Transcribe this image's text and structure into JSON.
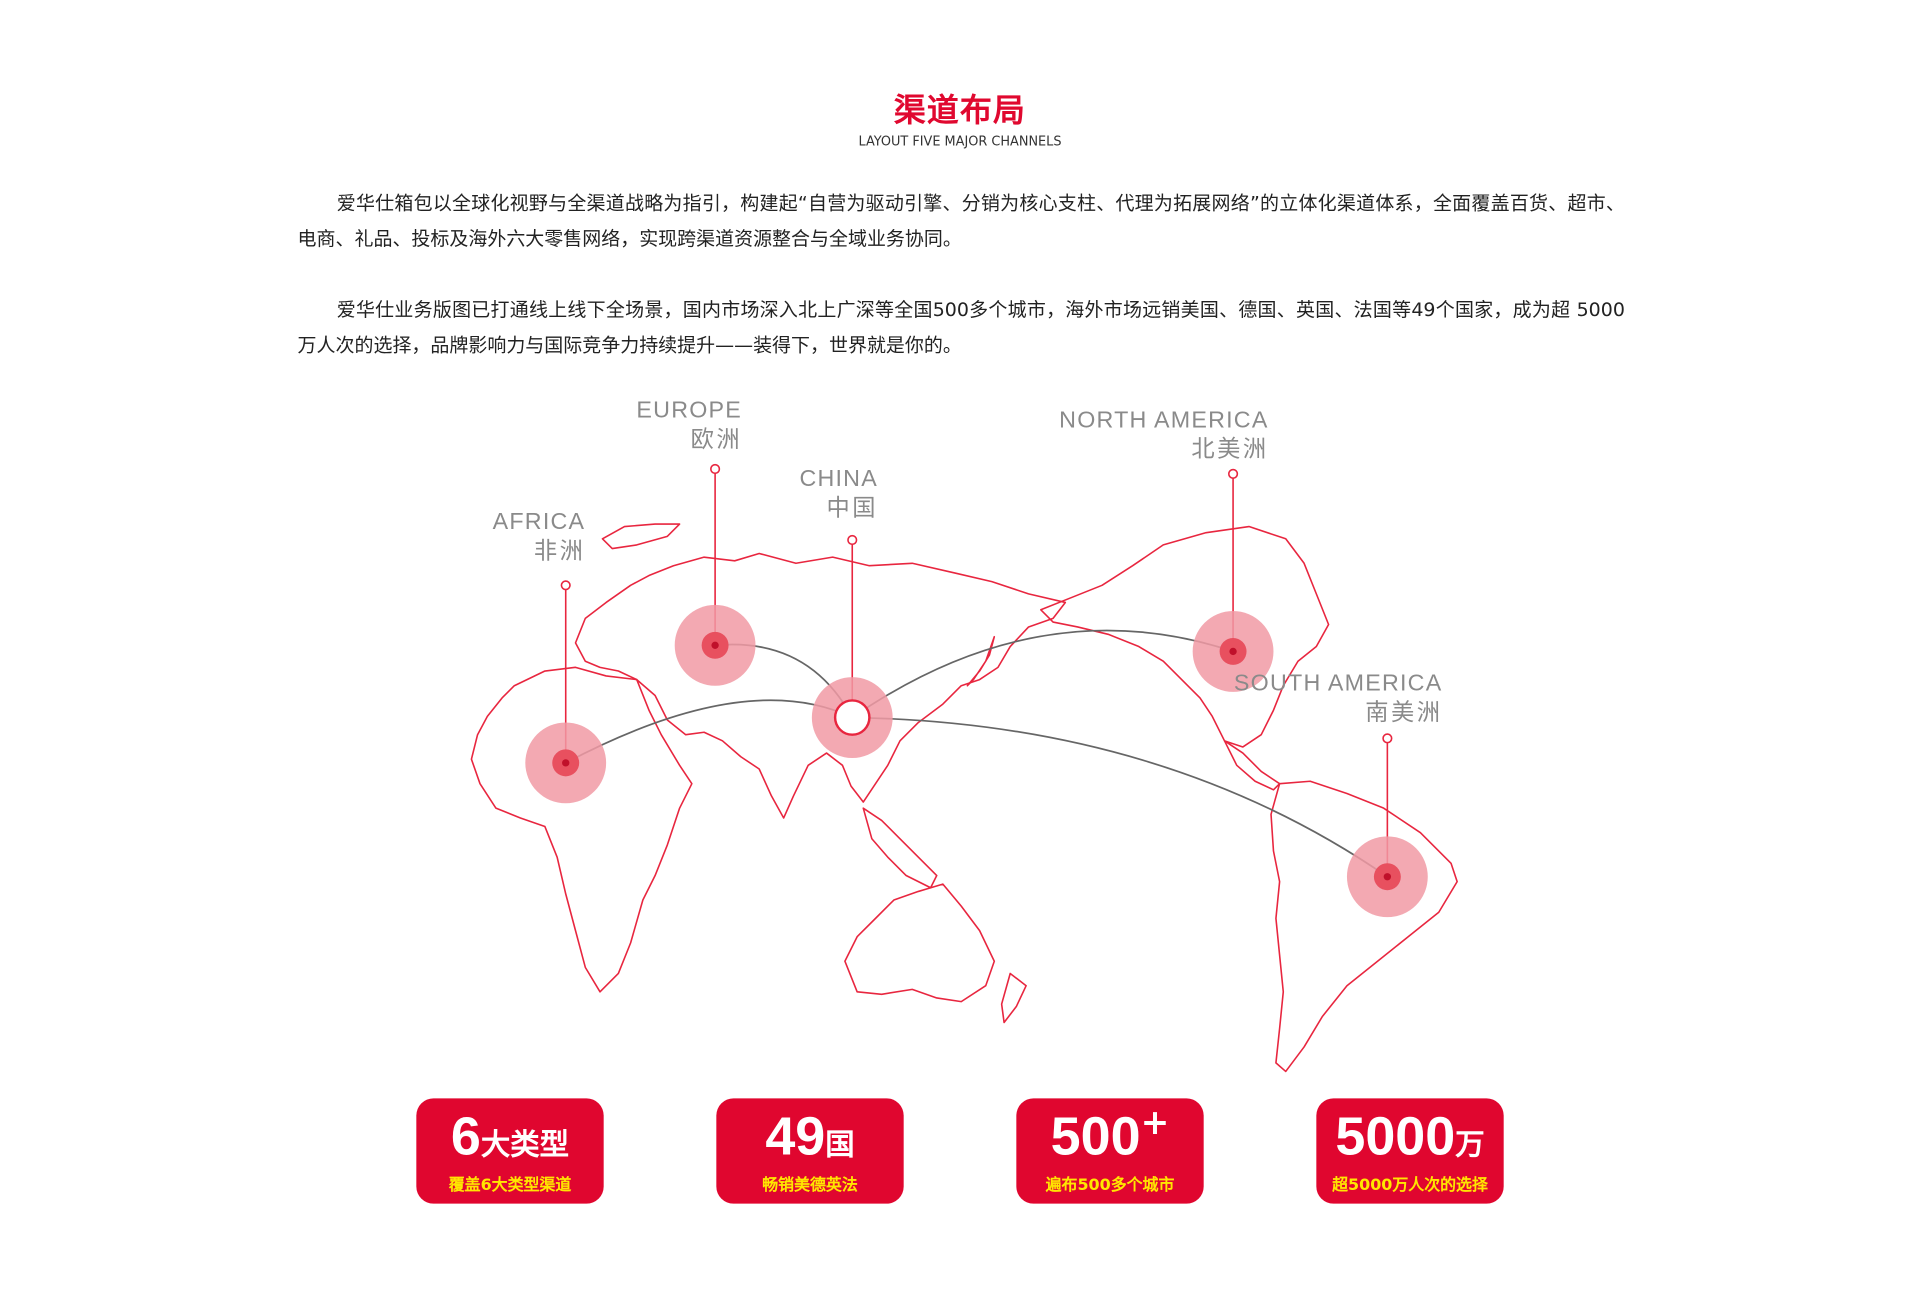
{
  "header": {
    "title": "渠道布局",
    "subtitle": "LAYOUT FIVE MAJOR CHANNELS"
  },
  "paragraphs": [
    "爱华仕箱包以全球化视野与全渠道战略为指引，构建起“自营为驱动引擎、分销为核心支柱、代理为拓展网络”的立体化渠道体系，全面覆盖百货、超市、电商、礼品、投标及海外六大零售网络，实现跨渠道资源整合与全域业务协同。",
    "爱华仕业务版图已打通线上线下全场景，国内市场深入北上广深等全国500多个城市，海外市场远销美国、德国、英国、法国等49个国家，成为超 5000 万人次的选择，品牌影响力与国际竞争力持续提升——装得下，世界就是你的。"
  ],
  "regions": [
    {
      "en": "AFRICA",
      "zh": "非洲"
    },
    {
      "en": "EUROPE",
      "zh": "欧洲"
    },
    {
      "en": "CHINA",
      "zh": "中国"
    },
    {
      "en": "NORTH AMERICA",
      "zh": "北美洲"
    },
    {
      "en": "SOUTH AMERICA",
      "zh": "南美洲"
    }
  ],
  "stats": [
    {
      "num": "6",
      "unit": "大类型",
      "sup": "",
      "caption": "覆盖6大类型渠道"
    },
    {
      "num": "49",
      "unit": "国",
      "sup": "",
      "caption": "畅销美德英法"
    },
    {
      "num": "500",
      "unit": "",
      "sup": "+",
      "caption": "遍布500多个城市"
    },
    {
      "num": "5000",
      "unit": "万",
      "sup": "",
      "caption": "超5000万人次的选择"
    }
  ],
  "colors": {
    "accent": "#e0062f",
    "caption": "#ffe600",
    "halo": "#f19aa5",
    "arc": "#666666"
  }
}
